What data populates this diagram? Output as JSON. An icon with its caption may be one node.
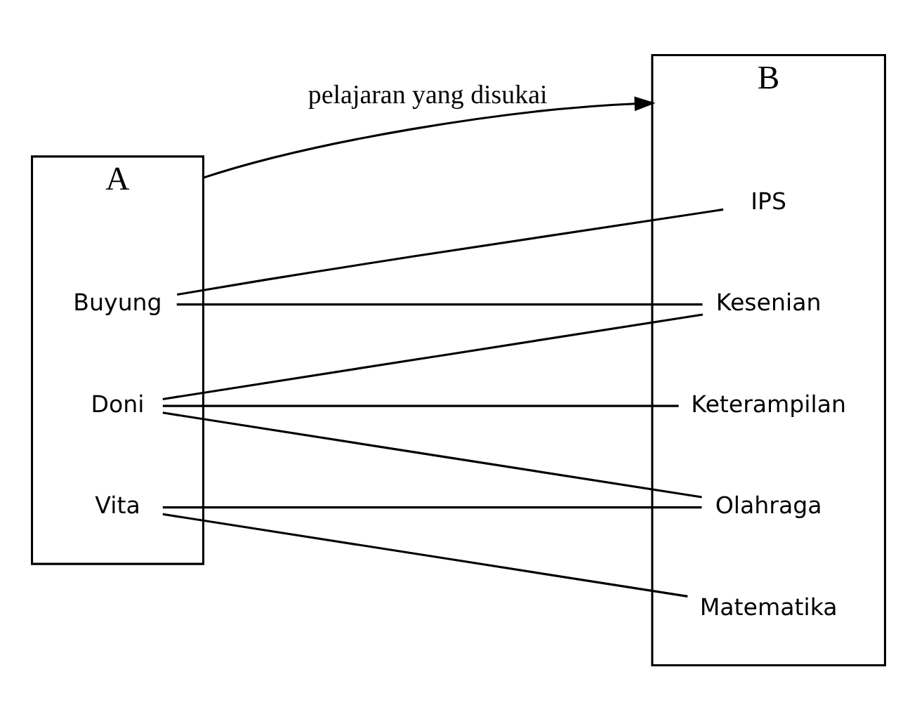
{
  "diagram": {
    "nodes": [
      {
        "text": [
          "A"
        ]
      },
      {
        "text": [
          "Buyung"
        ],
        "in": 0
      },
      {
        "text": [
          "Doni"
        ],
        "in": 0
      },
      {
        "text": [
          "Vita"
        ],
        "in": 0
      },
      {
        "text": [
          "B"
        ]
      },
      {
        "text": [
          "IPS"
        ],
        "in": 4
      },
      {
        "text": [
          "Kesenian"
        ],
        "in": 4
      },
      {
        "text": [
          "Keterampilan"
        ],
        "in": 4
      },
      {
        "text": [
          "Olahraga"
        ],
        "in": 4
      },
      {
        "text": [
          "Matematika"
        ],
        "in": 4
      }
    ],
    "edges": [
      {
        "from": 0,
        "to": 4,
        "arrow": "to",
        "label": "pelajaran yang disukai"
      },
      {
        "from": 1,
        "to": 5,
        "arrow": "none"
      },
      {
        "from": 1,
        "to": 6,
        "arrow": "none"
      },
      {
        "from": 2,
        "to": 6,
        "arrow": "none"
      },
      {
        "from": 2,
        "to": 7,
        "arrow": "none"
      },
      {
        "from": 2,
        "to": 8,
        "arrow": "none"
      },
      {
        "from": 3,
        "to": 8,
        "arrow": "none"
      },
      {
        "from": 3,
        "to": 9,
        "arrow": "none"
      }
    ]
  }
}
